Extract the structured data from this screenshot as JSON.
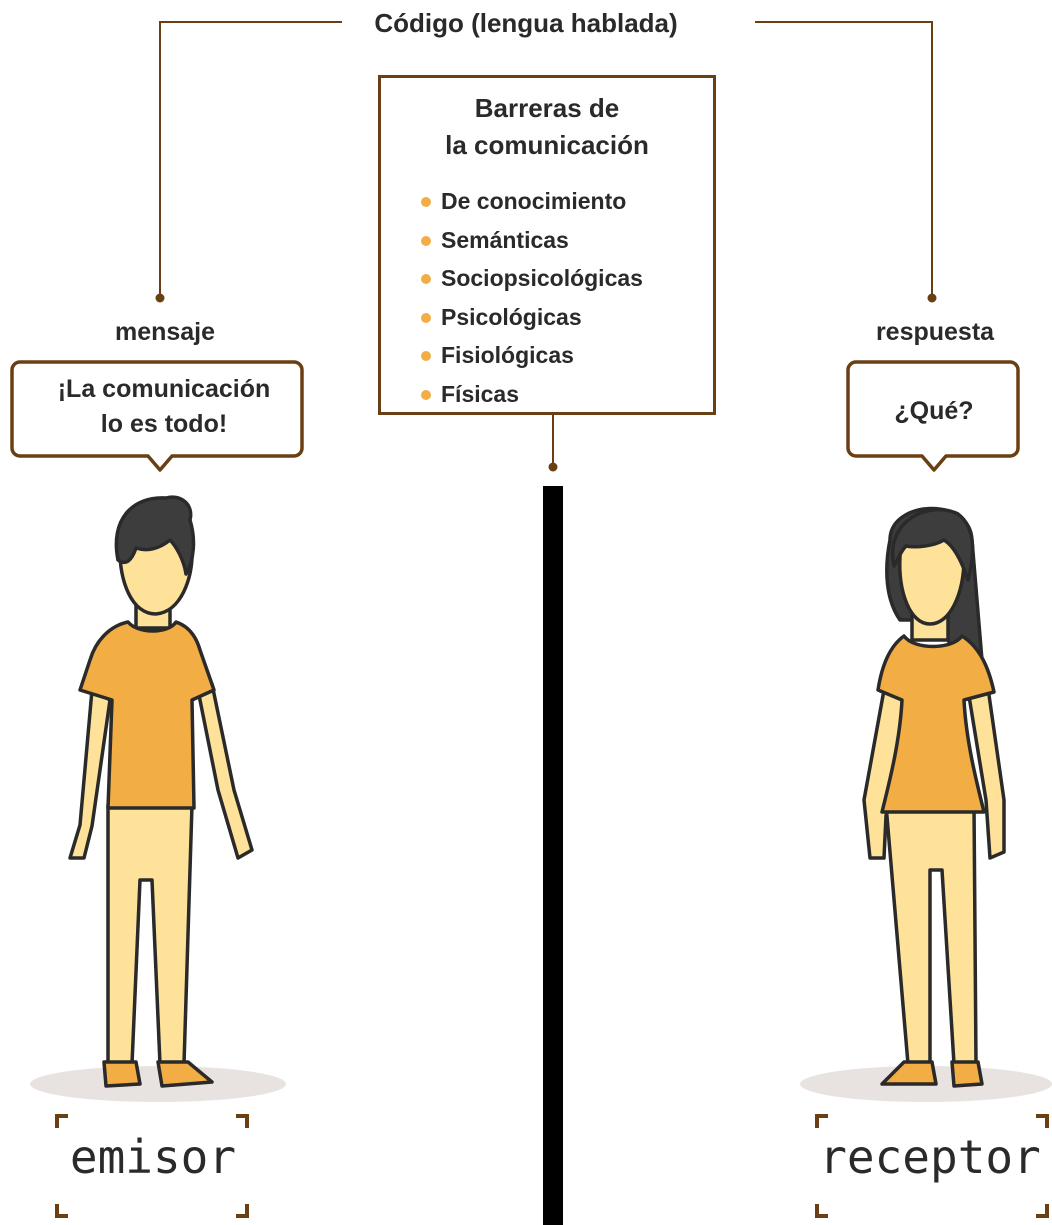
{
  "code": {
    "label": "Código (lengua hablada)"
  },
  "barriers": {
    "title_line1": "Barreras de",
    "title_line2": "la comunicación",
    "items": [
      "De conocimiento",
      "Semánticas",
      "Sociopsicológicas",
      "Psicológicas",
      "Fisiológicas",
      "Físicas"
    ]
  },
  "sender": {
    "caption": "mensaje",
    "bubble_line1": "¡La comunicación",
    "bubble_line2": "lo es todo!",
    "label": "emisor"
  },
  "receiver": {
    "caption": "respuesta",
    "bubble": "¿Qué?",
    "label": "receptor"
  },
  "colors": {
    "frame": "#6b3f14",
    "bullet": "#f2ad45",
    "shirt": "#f2ad45",
    "pants": "#ffe29a",
    "skin": "#ffe29a",
    "hair": "#3d3d3d",
    "outline": "#2a2a2a",
    "shadow": "#e8e3e0",
    "divider": "#000000"
  }
}
